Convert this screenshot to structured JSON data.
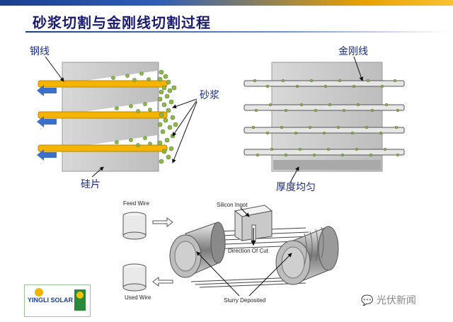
{
  "title": "砂浆切割与金刚线切割过程",
  "labels": {
    "steel_wire": "钢线",
    "slurry": "砂浆",
    "silicon_wafer": "硅片",
    "diamond_wire": "金刚线",
    "uniform_thickness": "厚度均匀"
  },
  "bottom_diagram": {
    "feed_wire": "Feed Wire",
    "silicon_ingot": "Silicon Ingot",
    "direction_of_cut": "Direction Of Cut",
    "used_wire": "Used Wire",
    "slurry_deposited": "Slurry Deposited"
  },
  "logo": {
    "brand": "YINGLI SOLAR"
  },
  "watermark": "光伏新闻",
  "colors": {
    "title": "#1a1a6e",
    "label": "#1a2a8a",
    "steel_wire": "#f4b400",
    "arrow": "#3c6fc7",
    "particle": "#8fb84a",
    "block": "#c7c7c7"
  }
}
